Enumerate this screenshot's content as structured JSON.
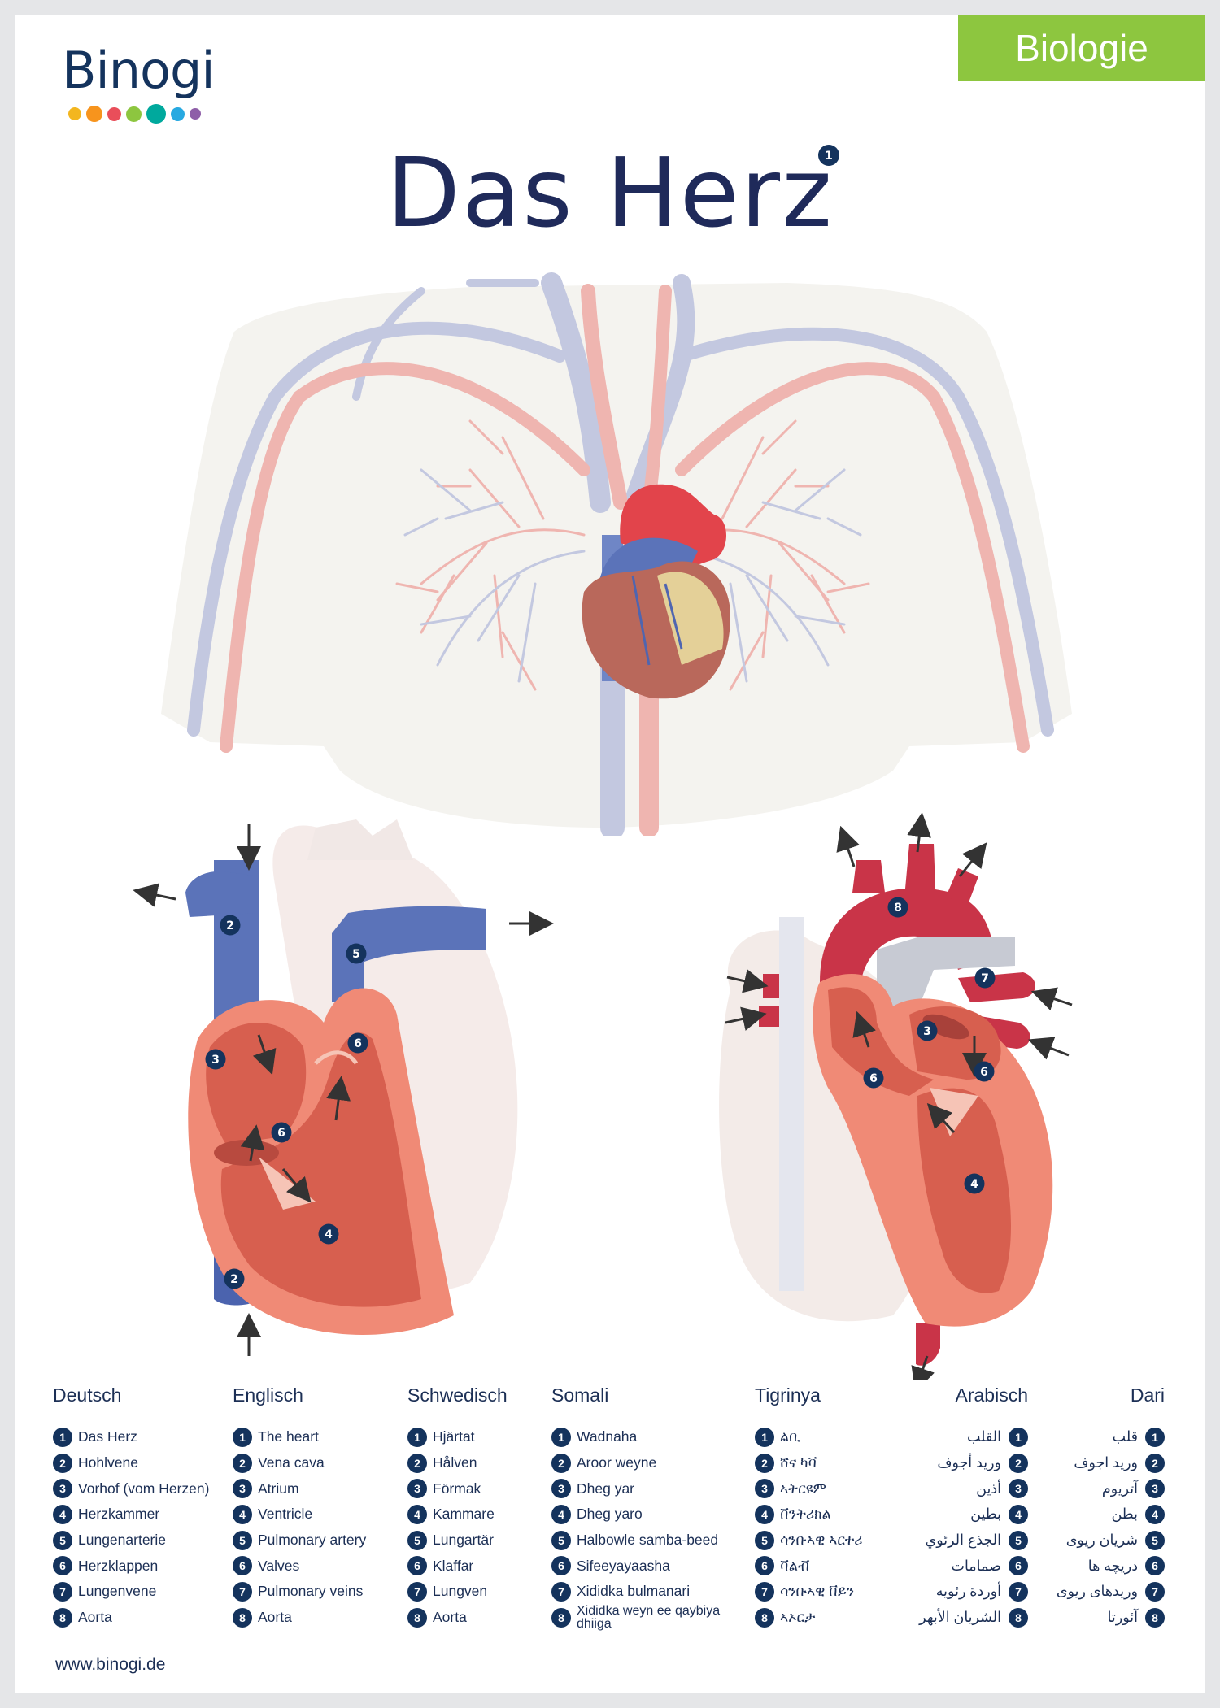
{
  "header": {
    "subject": "Biologie",
    "brand": "Binogi",
    "brand_dot_colors": [
      "#f3b61f",
      "#f7941d",
      "#e94e5a",
      "#8dc63f",
      "#00a99d",
      "#27a9e1",
      "#8e5ea8"
    ],
    "title": "Das Herz",
    "title_badge": "1"
  },
  "colors": {
    "navy": "#14335d",
    "artery": "#d9434f",
    "vein": "#5b73b9",
    "muscle": "#d76353",
    "accent": "#8dc63f"
  },
  "diagram": {
    "labels": [
      "2",
      "5",
      "3",
      "6",
      "6",
      "4",
      "2",
      "8",
      "7",
      "3",
      "6",
      "6",
      "4"
    ]
  },
  "legend": {
    "columns": [
      {
        "language": "Deutsch",
        "dir": "ltr",
        "items": [
          "Das Herz",
          "Hohlvene",
          "Vorhof (vom Herzen)",
          "Herzkammer",
          "Lungenarterie",
          "Herzklappen",
          "Lungenvene",
          "Aorta"
        ]
      },
      {
        "language": "Englisch",
        "dir": "ltr",
        "items": [
          "The heart",
          "Vena cava",
          "Atrium",
          "Ventricle",
          "Pulmonary artery",
          "Valves",
          "Pulmonary veins",
          "Aorta"
        ]
      },
      {
        "language": "Schwedisch",
        "dir": "ltr",
        "items": [
          "Hjärtat",
          "Hålven",
          "Förmak",
          "Kammare",
          "Lungartär",
          "Klaffar",
          "Lungven",
          "Aorta"
        ]
      },
      {
        "language": "Somali",
        "dir": "ltr",
        "items": [
          "Wadnaha",
          "Aroor weyne",
          "Dheg yar",
          "Dheg yaro",
          "Halbowle samba-beed",
          "Sifeeyayaasha",
          "Xididka bulmanari",
          "Xididka weyn ee qaybiya dhiiga"
        ]
      },
      {
        "language": "Tigrinya",
        "dir": "ltr",
        "items": [
          "ልቢ",
          "ሸና ካቫ",
          "ኣትርዩም",
          "ቨንትሪክል",
          "ሳንቡኣዊ ኣርተሪ",
          "ቫልቭ",
          "ሳንቡኣዊ ቨይን",
          "ኣኦርታ"
        ]
      },
      {
        "language": "Arabisch",
        "dir": "rtl",
        "items": [
          "القلب",
          "وريد أجوف",
          "أذين",
          "بطين",
          "الجذع الرئوي",
          "صمامات",
          "أوردة رئويه",
          "الشريان الأبهر"
        ]
      },
      {
        "language": "Dari",
        "dir": "rtl",
        "items": [
          "قلب",
          "ورید اجوف",
          "آتریوم",
          "بطن",
          "شریان ریوی",
          "دریچه ها",
          "وریدهای ریوی",
          "آئورتا"
        ]
      }
    ]
  },
  "footer": {
    "url": "www.binogi.de"
  }
}
